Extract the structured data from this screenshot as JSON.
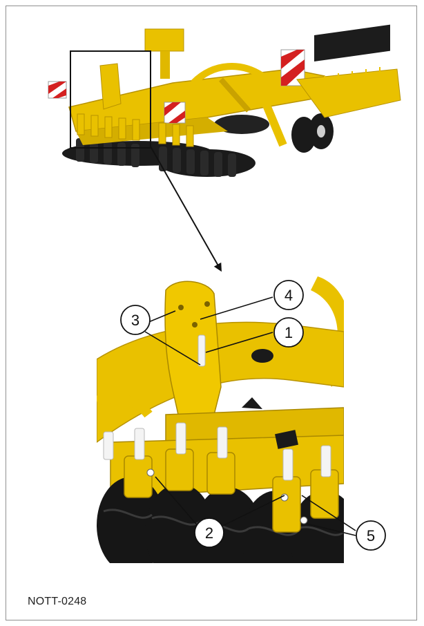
{
  "figure": {
    "id": "NOTT-0248",
    "callouts": [
      {
        "n": "1",
        "label": "1"
      },
      {
        "n": "2",
        "label": "2"
      },
      {
        "n": "3",
        "label": "3"
      },
      {
        "n": "4",
        "label": "4"
      },
      {
        "n": "5",
        "label": "5"
      }
    ]
  },
  "colors": {
    "machine_yellow": "#e9c100",
    "machine_yellow_dark": "#b89300",
    "tyre_black": "#1a1a1a",
    "warning_red": "#d42020",
    "frame_border": "#8f8f8f"
  }
}
